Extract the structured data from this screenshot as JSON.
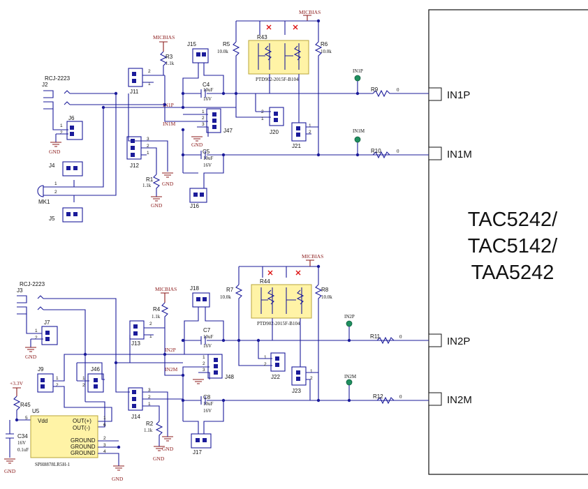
{
  "chip": {
    "lines": [
      "TAC5242/",
      "TAC5142/",
      "TAA5242"
    ]
  },
  "ports": [
    "IN1P",
    "IN1M",
    "IN2P",
    "IN2M"
  ],
  "testpoints": [
    "IN1P",
    "IN1M",
    "IN2P",
    "IN2M"
  ],
  "nets": {
    "micbias": "MICBIAS",
    "gnd": "GND",
    "vcc": "+3.3V",
    "in1p": "IN1P",
    "in1m": "IN1M",
    "in2p": "IN2P",
    "in2m": "IN2M"
  },
  "components": {
    "rcj1": "RCJ-2223",
    "rcj2": "RCJ-2223",
    "J2": "J2",
    "J3": "J3",
    "J4": "J4",
    "J5": "J5",
    "J6": "J6",
    "J7": "J7",
    "J9": "J9",
    "J11": "J11",
    "J12": "J12",
    "J13": "J13",
    "J14": "J14",
    "J15": "J15",
    "J16": "J16",
    "J17": "J17",
    "J18": "J18",
    "J20": "J20",
    "J21": "J21",
    "J22": "J22",
    "J23": "J23",
    "J46": "J46",
    "J47": "J47",
    "J48": "J48",
    "MK1": "MK1",
    "U5": "U5",
    "R1": "R1",
    "R2": "R2",
    "R3": "R3",
    "R4": "R4",
    "R5": "R5",
    "R6": "R6",
    "R7": "R7",
    "R8": "R8",
    "R9": "R9",
    "R10": "R10",
    "R11": "R11",
    "R12": "R12",
    "R43": "R43",
    "R44": "R44",
    "R45": "R45",
    "C4": "C4",
    "C5": "C5",
    "C7": "C7",
    "C8": "C8",
    "C34": "C34"
  },
  "values": {
    "r1k1": "1.1k",
    "r10k": "10.0k",
    "r0": "0",
    "cap10u": "10uF",
    "cap16v": "16V",
    "c34v": "16V",
    "c34c": "0.1uF",
    "pot": "PTD902-2015F-B104",
    "mems": "SPH8878LR5H-1",
    "vdd": "Vdd",
    "outp": "OUT(+)",
    "outm": "OUT(-)",
    "ground": "GROUND"
  },
  "pins": {
    "p1": "1",
    "p2": "2",
    "p3": "3",
    "p4": "4",
    "p5": "5",
    "p6": "6"
  }
}
